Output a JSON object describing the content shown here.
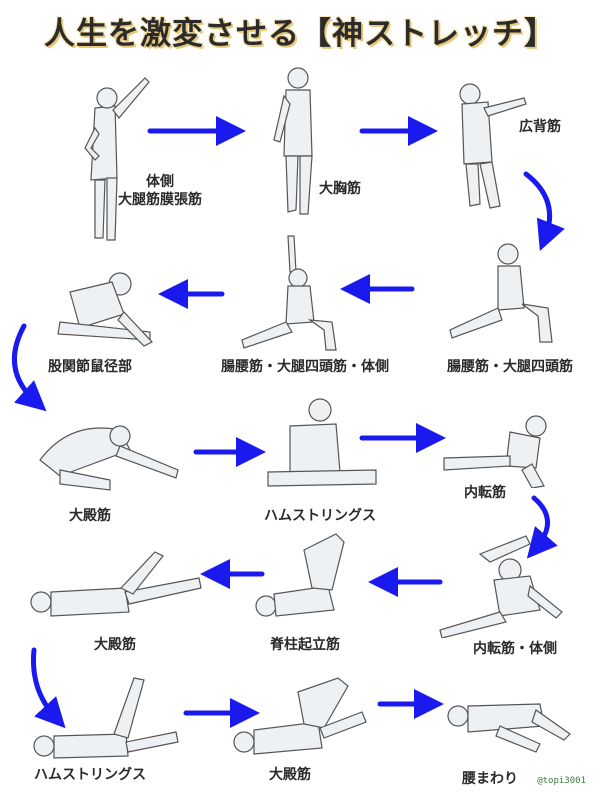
{
  "title": "人生を激変させる【神ストレッチ】",
  "credit": "@topi3001",
  "accent_color": "#1a1aee",
  "steps": [
    {
      "label_lines": [
        "体側",
        "大腿筋膜張筋"
      ]
    },
    {
      "label_lines": [
        "大胸筋"
      ]
    },
    {
      "label_lines": [
        "広背筋"
      ]
    },
    {
      "label_lines": [
        "股関節鼠径部"
      ]
    },
    {
      "label_lines": [
        "腸腰筋・大腿四頭筋・体側"
      ]
    },
    {
      "label_lines": [
        "腸腰筋・大腿四頭筋"
      ]
    },
    {
      "label_lines": [
        "大殿筋"
      ]
    },
    {
      "label_lines": [
        "ハムストリングス"
      ]
    },
    {
      "label_lines": [
        "内転筋"
      ]
    },
    {
      "label_lines": [
        "大殿筋"
      ]
    },
    {
      "label_lines": [
        "脊柱起立筋"
      ]
    },
    {
      "label_lines": [
        "内転筋・体側"
      ]
    },
    {
      "label_lines": [
        "ハムストリングス"
      ]
    },
    {
      "label_lines": [
        "大殿筋"
      ]
    },
    {
      "label_lines": [
        "腰まわり"
      ]
    }
  ]
}
